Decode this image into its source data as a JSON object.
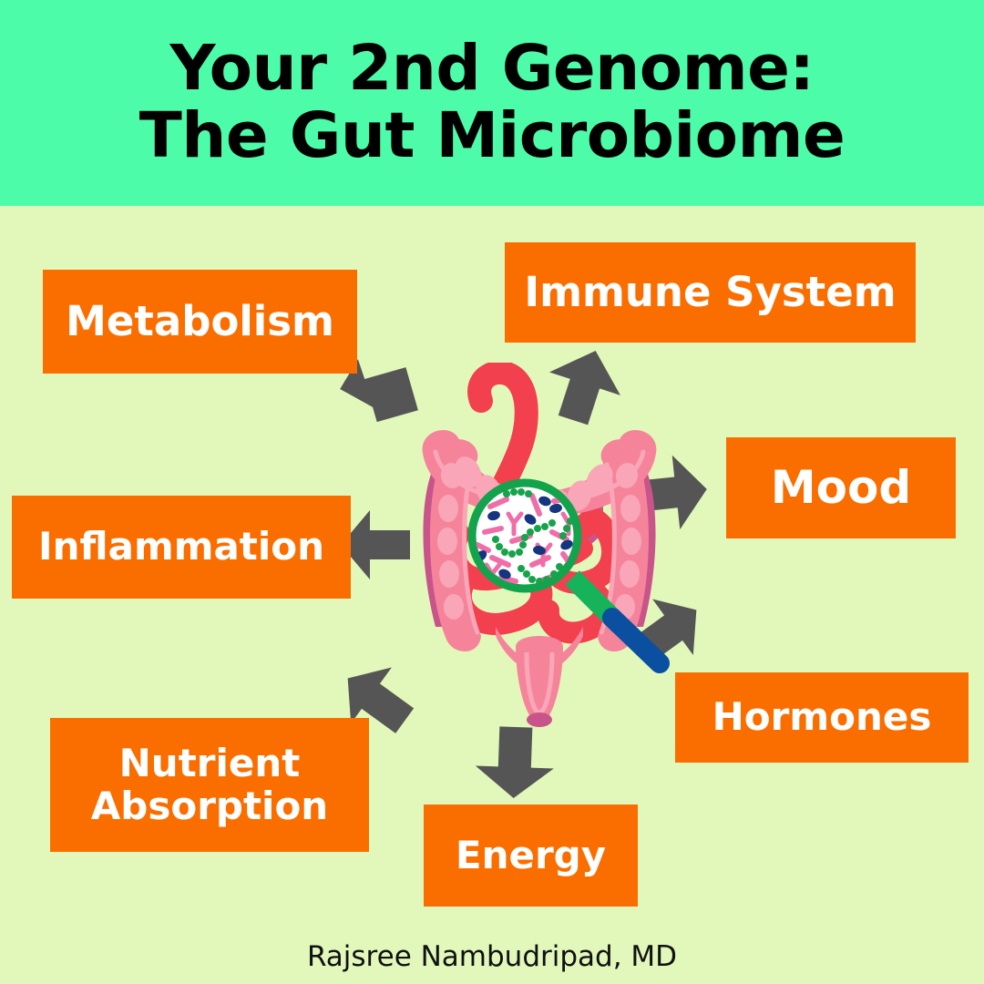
{
  "header": {
    "title_line_1": "Your 2nd Genome:",
    "title_line_2": "The Gut Microbiome",
    "background_color": "#4dfca8",
    "text_color": "#000000"
  },
  "page": {
    "background_color": "#e2f8ba",
    "label_box_color": "#fa6e00",
    "label_text_color": "#ffffff",
    "arrow_color": "#555555"
  },
  "labels": [
    {
      "id": "metabolism",
      "text": "Metabolism",
      "arrow_direction": "up-left"
    },
    {
      "id": "immune",
      "text": "Immune System",
      "arrow_direction": "up-right"
    },
    {
      "id": "mood",
      "text": "Mood",
      "arrow_direction": "right"
    },
    {
      "id": "inflammation",
      "text": "Inflammation",
      "arrow_direction": "left"
    },
    {
      "id": "hormones",
      "text": "Hormones",
      "arrow_direction": "down-right"
    },
    {
      "id": "nutrient",
      "text": "Nutrient\nAbsorption",
      "arrow_direction": "down-left"
    },
    {
      "id": "energy",
      "text": "Energy",
      "arrow_direction": "down"
    }
  ],
  "label_text": {
    "metabolism": "Metabolism",
    "immune": "Immune System",
    "mood": "Mood",
    "inflammation": "Inflammation",
    "hormones": "Hormones",
    "nutrient_line_1": "Nutrient",
    "nutrient_line_2": "Absorption",
    "energy": "Energy"
  },
  "illustration": {
    "name": "gut-intestine-with-magnifier",
    "colon_color": "#f5849b",
    "colon_shade_color": "#f9a6b8",
    "colon_dark_color": "#c8548a",
    "small_intestine_color": "#f2404f",
    "magnifier_rim_color": "#12a34c",
    "magnifier_lens_color": "#ffffff",
    "magnifier_handle_green": "#16b35a",
    "magnifier_handle_blue": "#0a4fa0",
    "bacteria_pink": "#f06da8",
    "bacteria_green": "#16a34a",
    "bacteria_navy": "#15357f"
  },
  "footer": {
    "credit": "Rajsree Nambudripad, MD"
  }
}
